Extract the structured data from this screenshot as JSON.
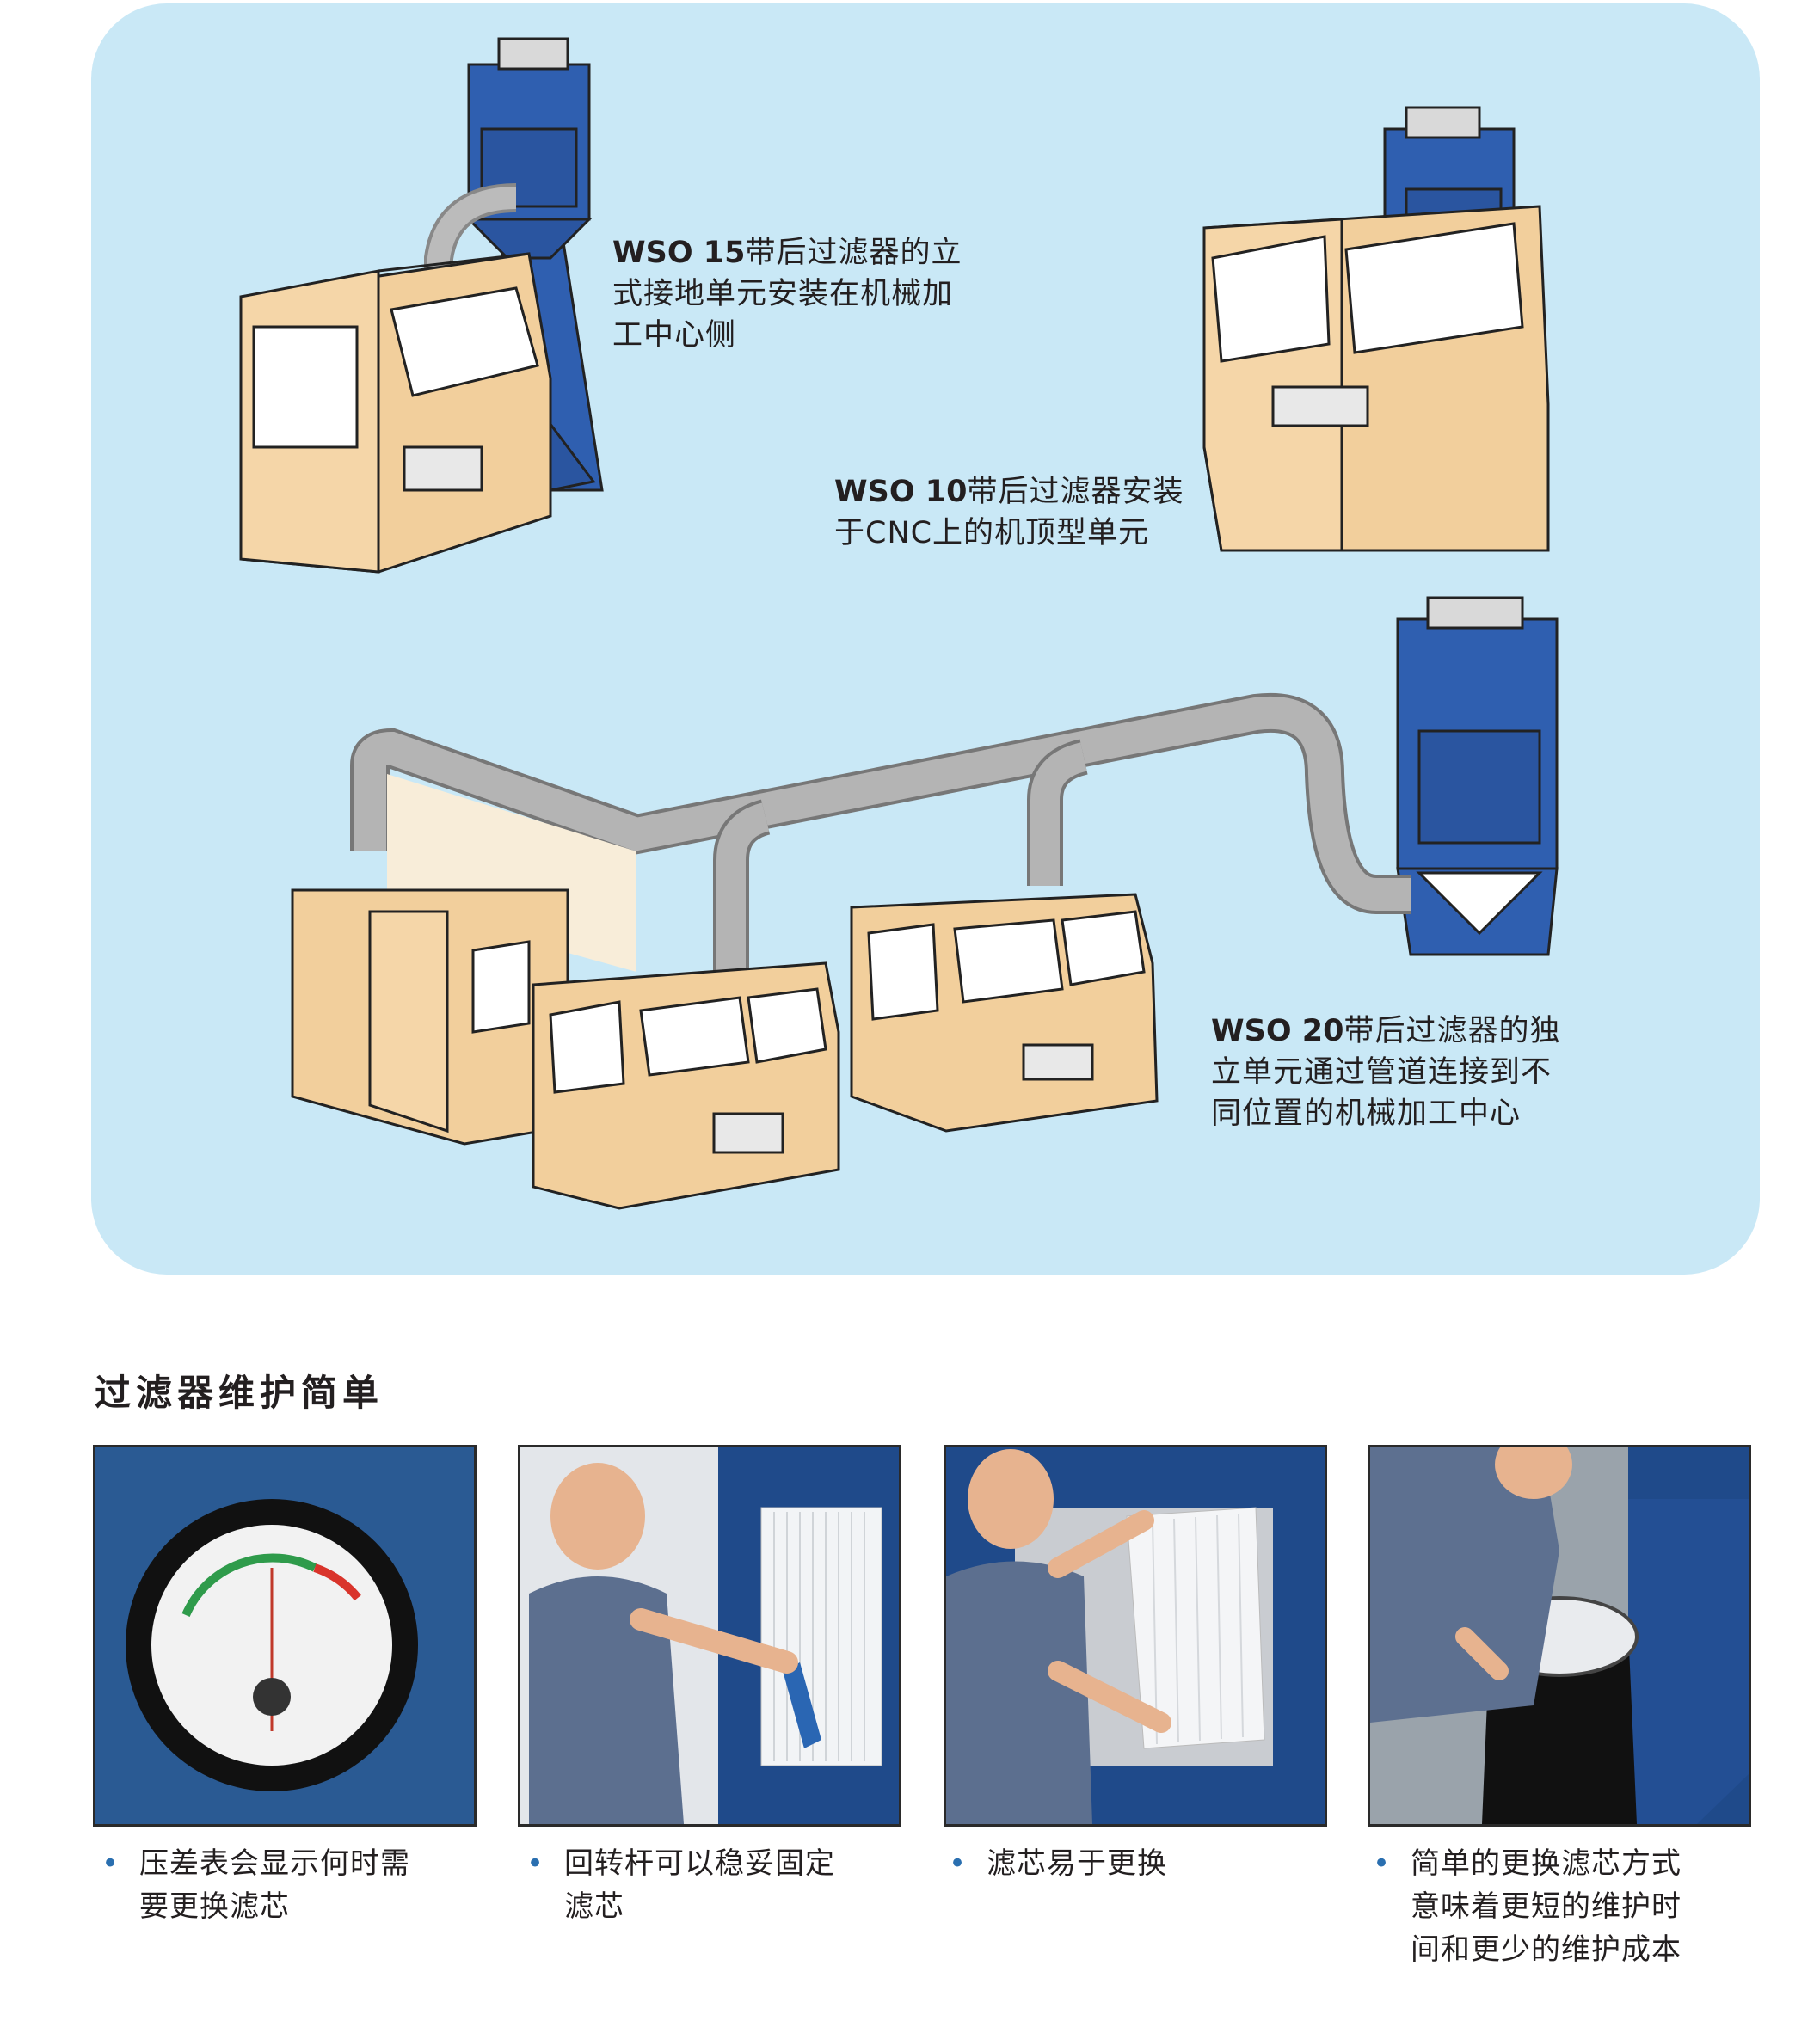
{
  "diagram": {
    "captions": [
      {
        "model": "WSO 15",
        "lines": [
          "带后过滤器的立",
          "式接地单元安装在机械加",
          "工中心侧"
        ]
      },
      {
        "model": "WSO 10",
        "lines": [
          "带后过滤器安装",
          "于CNC上的机顶型单元"
        ]
      },
      {
        "model": "WSO 20",
        "lines": [
          "带后过滤器的独",
          "立单元通过管道连接到不",
          "同位置的机械加工中心"
        ]
      }
    ],
    "colors": {
      "panel": "#c9e8f6",
      "cabinet": "#f2cf9c",
      "collector": "#2f5fb0",
      "duct": "#a9a9a9"
    }
  },
  "section": {
    "title": "过滤器维护简单"
  },
  "photos": [
    {
      "icon": "pressure-gauge",
      "bullet": [
        "压差表会显示何时需",
        "要更换滤芯"
      ]
    },
    {
      "icon": "cartridge-lever",
      "bullet": [
        "回转杆可以稳妥固定",
        "滤芯"
      ]
    },
    {
      "icon": "cartridge-replace",
      "bullet": [
        "滤芯易于更换"
      ]
    },
    {
      "icon": "cartridge-disposal",
      "bullet": [
        "简单的更换滤芯方式",
        "意味着更短的维护时",
        "间和更少的维护成本"
      ]
    }
  ]
}
